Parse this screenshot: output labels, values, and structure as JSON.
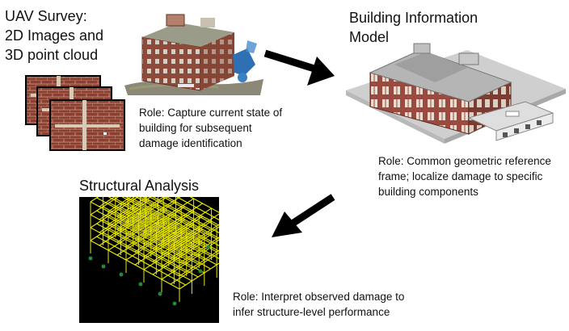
{
  "stages": [
    {
      "key": "uav",
      "title_lines": [
        "UAV Survey:",
        "2D Images and",
        "3D point cloud"
      ],
      "role_lines": [
        "Role: Capture current state of",
        "building for subsequent",
        "damage identification"
      ],
      "image": "uav-photos-and-point-cloud"
    },
    {
      "key": "bim",
      "title_lines": [
        "Building Information",
        "Model"
      ],
      "role_lines": [
        "Role: Common geometric reference",
        "frame; localize damage to specific",
        "building components"
      ],
      "image": "bim-building-rendering"
    },
    {
      "key": "sa",
      "title_lines": [
        "Structural Analysis"
      ],
      "role_lines": [
        "Role: Interpret observed damage to",
        "infer structure-level performance"
      ],
      "image": "structural-frame-model"
    }
  ],
  "flow_arrows": [
    {
      "from": "uav",
      "to": "bim",
      "color": "#000000"
    },
    {
      "from": "bim",
      "to": "sa",
      "color": "#000000"
    }
  ],
  "colors": {
    "brick": "#8e4a3a",
    "frame_yellow": "#e6e600",
    "frame_background": "#000000",
    "bim_wall": "#9a4a3e",
    "bim_ground": "#cfcfcf"
  }
}
